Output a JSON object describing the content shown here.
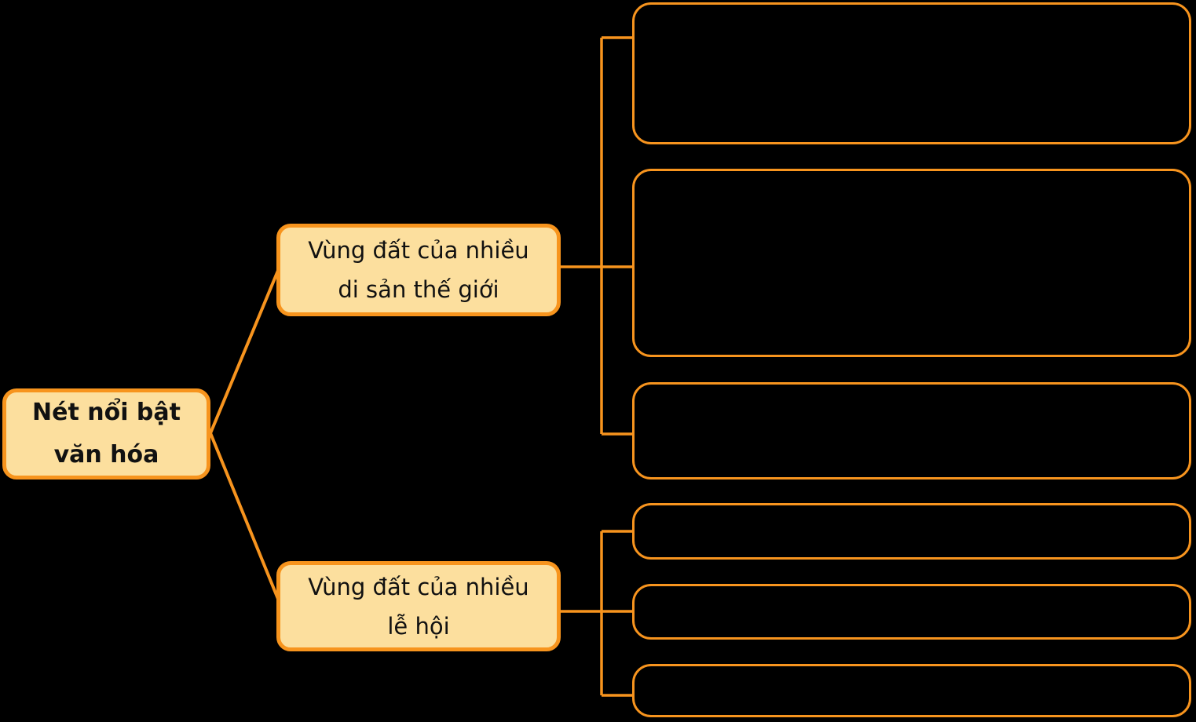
{
  "colors": {
    "background": "#000000",
    "line": "#F7941E",
    "node_border": "#F7941D",
    "node_fill": "#FCDF9E",
    "text": "#111111"
  },
  "nodes": {
    "root": {
      "line1": "Nét nổi bật",
      "line2": "văn hóa"
    },
    "branch1": {
      "line1": "Vùng đất của nhiều",
      "line2": "di sản thế giới"
    },
    "branch2": {
      "line1": "Vùng đất của nhiều",
      "line2": "lễ hội"
    }
  },
  "structure": {
    "branch1_empty_slot_count": 3,
    "branch2_empty_slot_count": 3,
    "slot_labels": [
      "",
      "",
      "",
      "",
      "",
      ""
    ]
  }
}
